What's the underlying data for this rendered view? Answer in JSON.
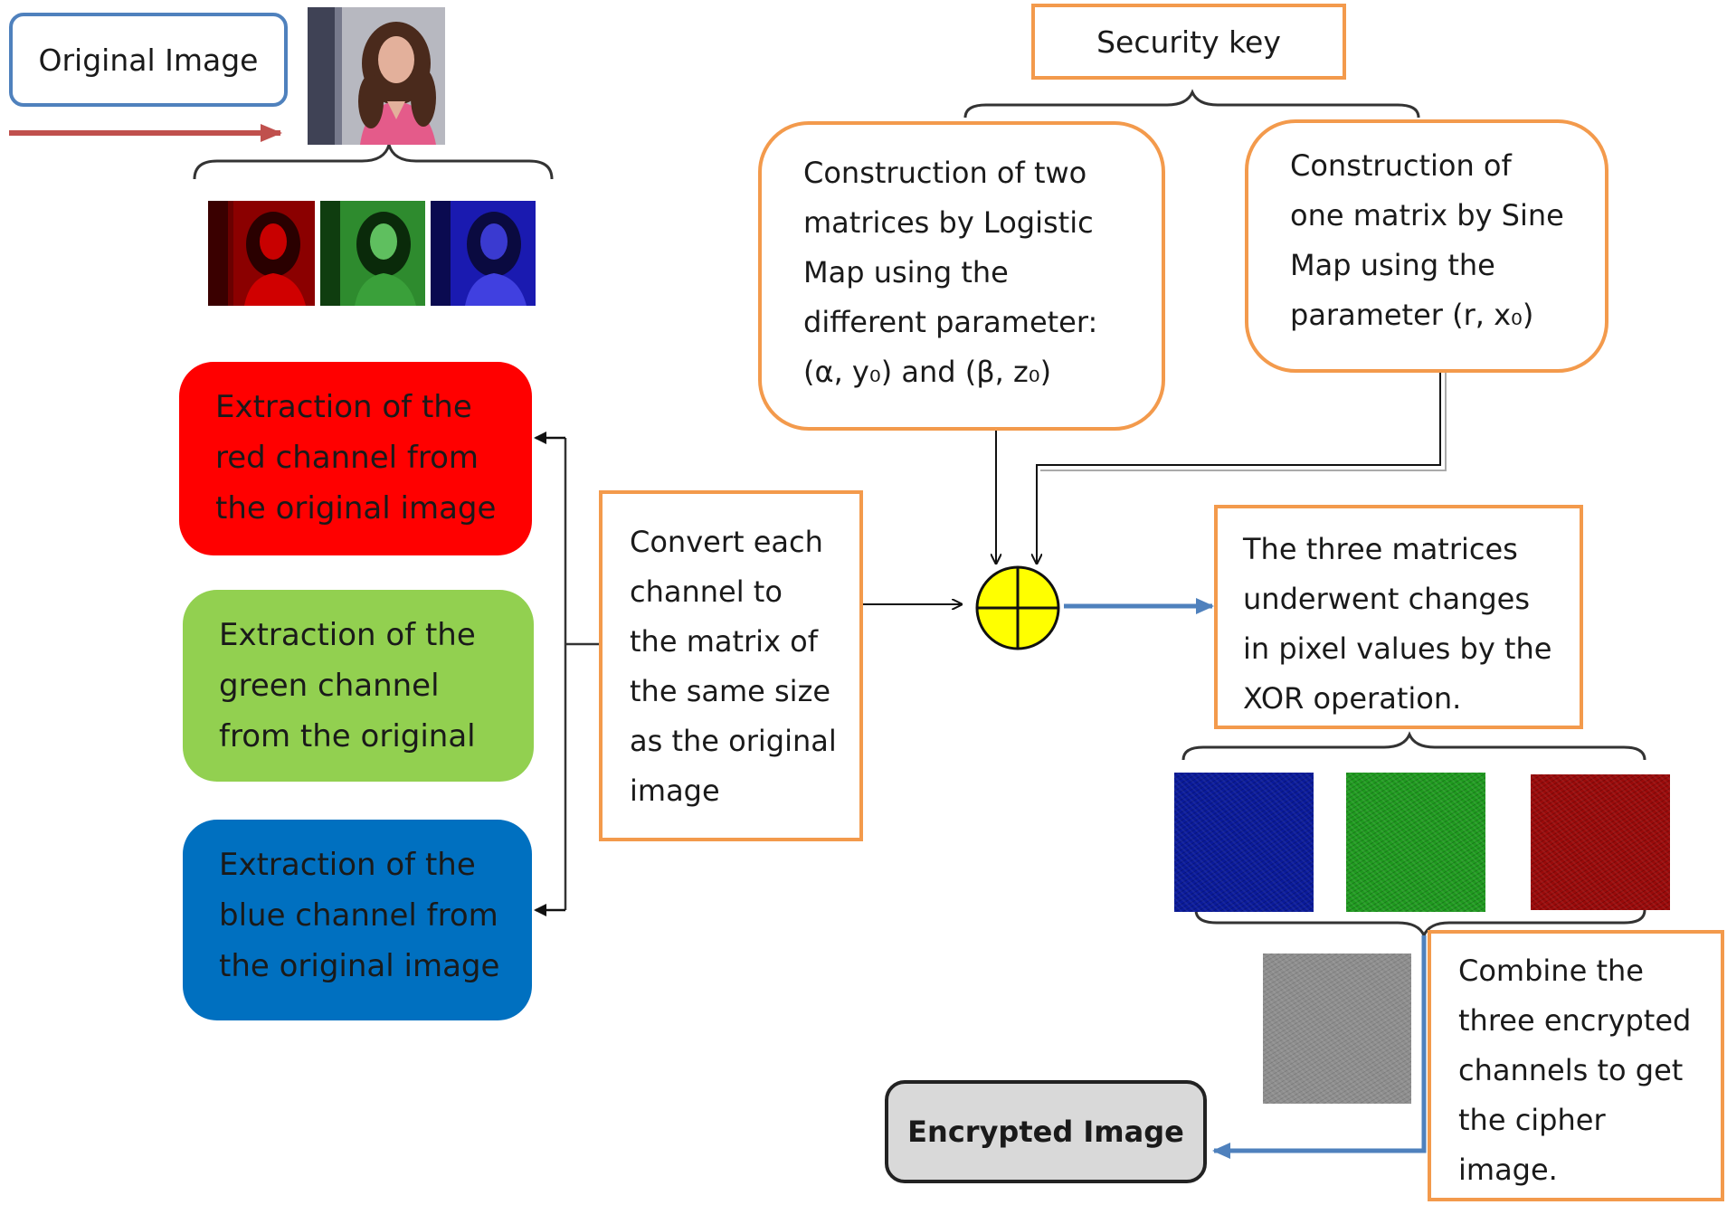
{
  "original_image": {
    "label": "Original Image"
  },
  "security_key": {
    "label": "Security key"
  },
  "logistic_box": {
    "lines": [
      "Construction of two",
      "matrices by Logistic",
      "Map using the",
      "different parameter:",
      "(α, y₀) and (β, z₀)"
    ]
  },
  "sine_box": {
    "lines": [
      "Construction of",
      "one matrix by Sine",
      "Map using the",
      "parameter (r, x₀)"
    ]
  },
  "red_channel": {
    "lines": [
      "Extraction of the",
      "red channel from",
      "the original image"
    ],
    "color": "#ff0000"
  },
  "green_channel": {
    "lines": [
      "Extraction of the",
      "green channel",
      "from the original"
    ],
    "color": "#92d050"
  },
  "blue_channel": {
    "lines": [
      "Extraction of the",
      "blue channel from",
      "the original image"
    ],
    "color": "#0070c0"
  },
  "convert_box": {
    "lines": [
      "Convert each",
      "channel to",
      "the matrix of",
      "the same size",
      "as the original",
      "image"
    ]
  },
  "xor_box": {
    "lines": [
      "The three matrices",
      "underwent changes",
      "in pixel values by the",
      "XOR operation."
    ]
  },
  "combine_box": {
    "lines": [
      "Combine the",
      "three encrypted",
      "channels to get",
      "the cipher",
      "image."
    ]
  },
  "encrypted_image": {
    "label": "Encrypted Image"
  },
  "colors": {
    "accent_orange": "#f39a4c",
    "arrow_red": "#c0504d",
    "arrow_blue": "#4f81bd",
    "xor_fill": "#ffff00",
    "label_border": "#4f81bd"
  }
}
